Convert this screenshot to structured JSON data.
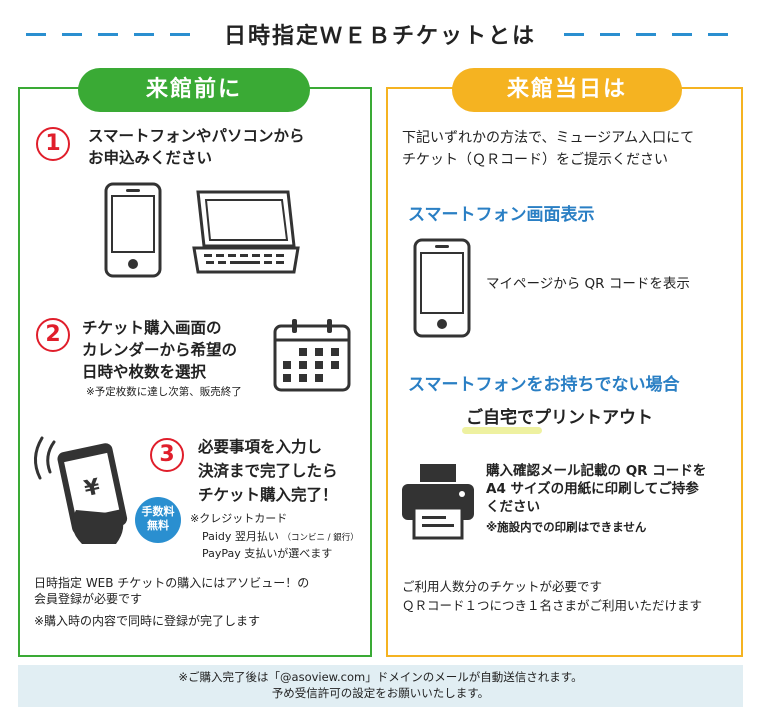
{
  "title": "日時指定ＷＥＢチケットとは",
  "left_panel": {
    "heading": "来館前に",
    "step1": {
      "number": "1",
      "line1": "スマートフォンやパソコンから",
      "line2": "お申込みください"
    },
    "step2": {
      "number": "2",
      "line1": "チケット購入画面の",
      "line2": "カレンダーから希望の",
      "line3": "日時や枚数を選択",
      "note": "※予定枚数に達し次第、販売終了"
    },
    "step3": {
      "number": "3",
      "line1": "必要事項を入力し",
      "line2": "決済まで完了したら",
      "line3": "チケット購入完了！",
      "badge_line1": "手数料",
      "badge_line2": "無料",
      "pay1": "※クレジットカード",
      "pay2_main": "Paidy 翌月払い",
      "pay2_sub": "（コンビニ / 銀行）",
      "pay3": "PayPay 支払いが選べます"
    },
    "note1_line1": "日時指定 WEB チケットの購入にはアソビュー！の",
    "note1_line2": "会員登録が必要です",
    "note2": "※購入時の内容で同時に登録が完了します"
  },
  "right_panel": {
    "heading": "来館当日は",
    "intro_line1": "下記いずれかの方法で、ミュージアム入口にて",
    "intro_line2": "チケット（ＱＲコード）をご提示ください",
    "smartphone_heading": "スマートフォン画面表示",
    "smartphone_text": "マイページから QR コードを表示",
    "no_smartphone_heading": "スマートフォンをお持ちでない場合",
    "print_highlight": "ご自宅で",
    "print_rest": "プリントアウト",
    "print_line1": "購入確認メール記載の QR コードを",
    "print_line2": "A4 サイズの用紙に印刷してご持参",
    "print_line3": "ください",
    "print_note": "※施設内での印刷はできません",
    "bottom_line1": "ご利用人数分のチケットが必要です",
    "bottom_line2": "ＱＲコード１つにつき１名さまがご利用いただけます"
  },
  "footer": {
    "line1": "※ご購入完了後は「@asoview.com」ドメインのメールが自動送信されます。",
    "line2": "予め受信許可の設定をお願いいたします。"
  },
  "colors": {
    "green": "#3aaa35",
    "yellow": "#f5b321",
    "blue": "#2a7fc4",
    "red": "#e01e2b",
    "footer_bg": "#e1eef3"
  }
}
